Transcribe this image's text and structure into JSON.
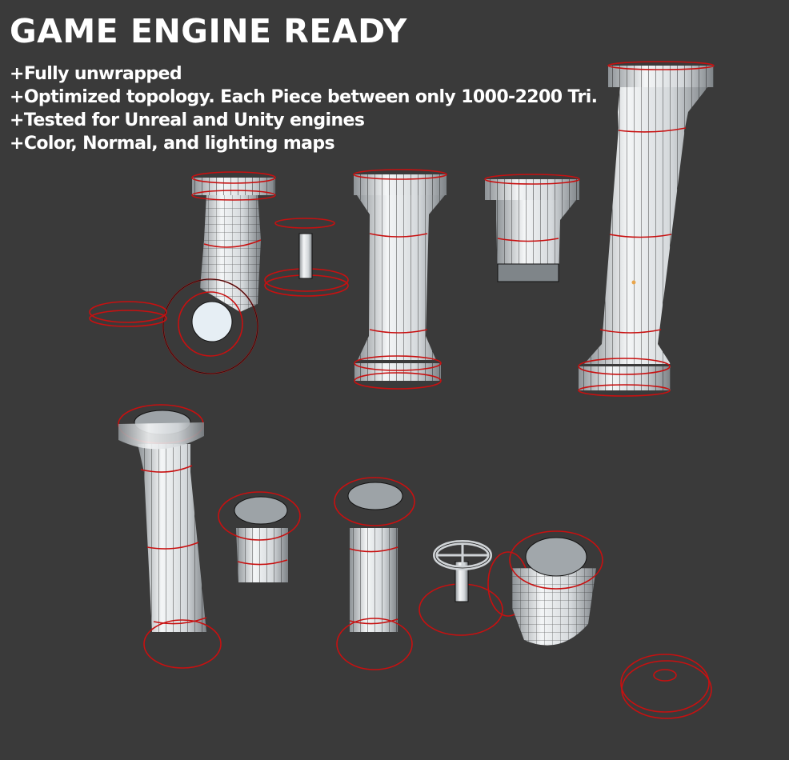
{
  "title": "GAME ENGINE READY",
  "features": [
    "+Fully unwrapped",
    "+Optimized topology. Each Piece between only 1000-2200 Tri.",
    "+Tested for Unreal and Unity engines",
    "+Color, Normal, and lighting maps"
  ],
  "colors": {
    "background": "#3a3a3a",
    "text": "#ffffff",
    "mesh_fill": "#dfe3e6",
    "mesh_wire": "#111111",
    "seam_edge": "#c81010"
  },
  "models": [
    {
      "name": "elbow-pipe"
    },
    {
      "name": "valve-wheel-small"
    },
    {
      "name": "blind-flange-small"
    },
    {
      "name": "straight-pipe-medium"
    },
    {
      "name": "pipe-reducer"
    },
    {
      "name": "straight-pipe-tall"
    },
    {
      "name": "straight-pipe-tall-b"
    },
    {
      "name": "pipe-reducer-b"
    },
    {
      "name": "straight-pipe-medium-b"
    },
    {
      "name": "valve-wheel-b"
    },
    {
      "name": "elbow-pipe-b"
    },
    {
      "name": "blind-flange-b"
    }
  ]
}
